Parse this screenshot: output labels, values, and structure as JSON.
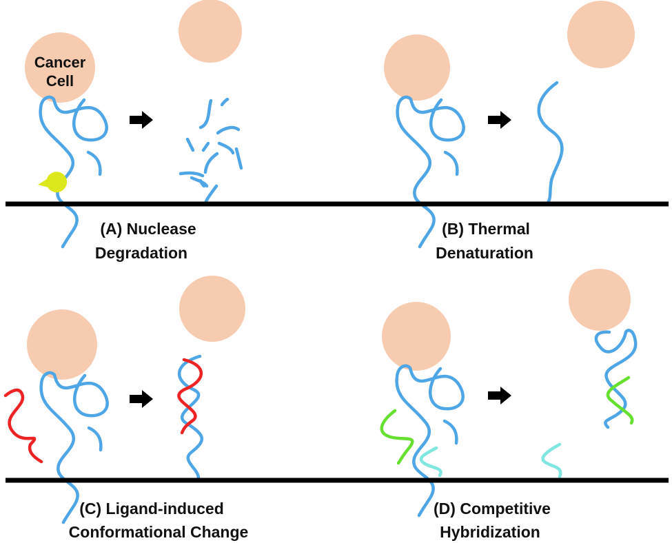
{
  "colors": {
    "cell": "#f7cbb0",
    "aptamer": "#4ea6e6",
    "ligand": "#ee2424",
    "competitor": "#66e030",
    "complement": "#7fe6e0",
    "nuclease": "#dce81c",
    "surface": "#000000",
    "arrow": "#000000"
  },
  "cell_label": [
    "Cancer",
    "Cell"
  ],
  "panels": {
    "A": {
      "caption_line1": "(A) Nuclease",
      "caption_line2": "Degradation"
    },
    "B": {
      "caption_line1": "(B) Thermal",
      "caption_line2": "Denaturation"
    },
    "C": {
      "caption_line1": "(C) Ligand-induced",
      "caption_line2": "Conformational Change"
    },
    "D": {
      "caption_line1": "(D) Competitive",
      "caption_line2": "Hybridization"
    }
  }
}
